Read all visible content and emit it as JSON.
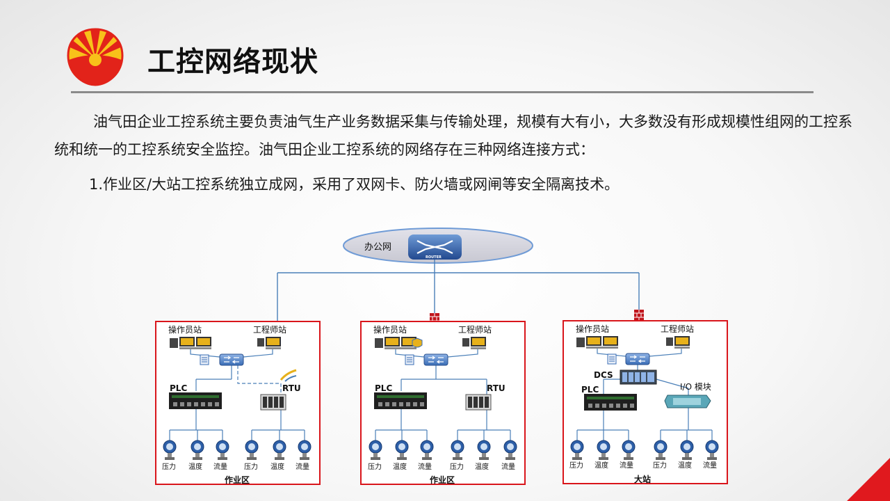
{
  "header": {
    "title": "工控网络现状"
  },
  "paragraphs": {
    "p1": "油气田企业工控系统主要负责油气生产业务数据采集与传输处理，规模有大有小，大多数没有形成规模性组网的工控系统和统一的工控系统安全监控。油气田企业工控系统的网络存在三种网络连接方式：",
    "p2": "1.作业区/大站工控系统独立成网，采用了双网卡、防火墙或网闸等安全隔离技术。"
  },
  "diagram": {
    "office_net": "办公网",
    "router_label": "ROUTER",
    "panels": [
      {
        "operator": "操作员站",
        "engineer": "工程师站",
        "left_ctrl": "PLC",
        "right_ctrl": "RTU",
        "sensors": [
          "压力",
          "温度",
          "流量",
          "压力",
          "温度",
          "流量"
        ],
        "caption": "作业区"
      },
      {
        "operator": "操作员站",
        "engineer": "工程师站",
        "left_ctrl": "PLC",
        "right_ctrl": "RTU",
        "sensors": [
          "压力",
          "温度",
          "流量",
          "压力",
          "温度",
          "流量"
        ],
        "caption": "作业区"
      },
      {
        "operator": "操作员站",
        "engineer": "工程师站",
        "dcs": "DCS",
        "left_ctrl": "PLC",
        "right_ctrl": "I/O 模块",
        "sensors": [
          "压力",
          "温度",
          "流量",
          "压力",
          "温度",
          "流量"
        ],
        "caption": "大站"
      }
    ]
  },
  "colors": {
    "frame": "#d9151b",
    "line": "#4a7fb8",
    "logo_red": "#e2231a",
    "logo_yellow": "#f8c21a"
  }
}
